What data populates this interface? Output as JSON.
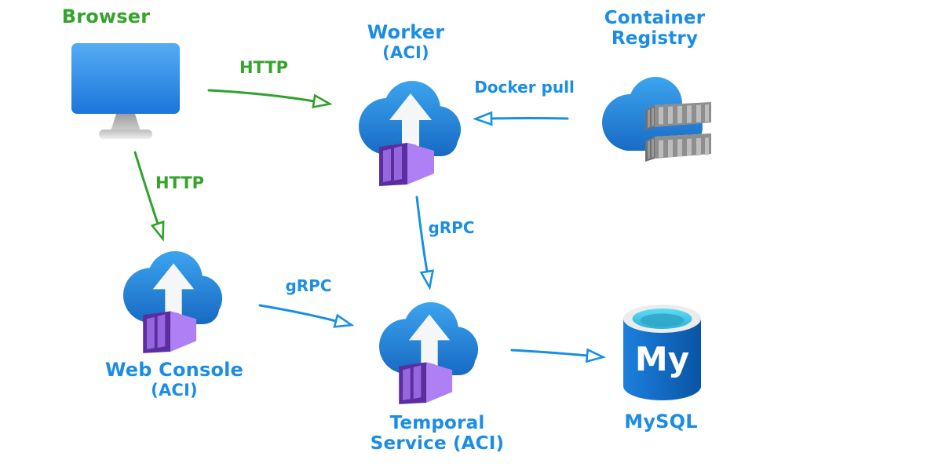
{
  "diagram": {
    "colors": {
      "label_green": "#35A42D",
      "label_blue": "#1B8DE6",
      "arrow_green": "#2EA22B",
      "arrow_blue": "#1790E4",
      "cloud_blue_top": "#3FA9F2",
      "cloud_blue_bottom": "#1566C0",
      "container_purple_front": "#5B2EA0",
      "container_purple_side": "#AE80F4",
      "mysql_cylinder_blue": "#0F63B4",
      "mysql_top_cyan": "#4ED4F2"
    },
    "nodes": {
      "browser": {
        "label": "Browser"
      },
      "worker": {
        "label": "Worker",
        "sublabel": "(ACI)"
      },
      "container_registry": {
        "label_line1": "Container",
        "label_line2": "Registry"
      },
      "web_console": {
        "label": "Web Console",
        "sublabel": "(ACI)"
      },
      "temporal": {
        "label": "Temporal",
        "sublabel": "Service (ACI)"
      },
      "mysql": {
        "label": "MySQL",
        "logo_text": "My"
      }
    },
    "edges": {
      "browser_to_worker": {
        "label": "HTTP"
      },
      "browser_to_web_console": {
        "label": "HTTP"
      },
      "registry_to_worker": {
        "label": "Docker pull"
      },
      "worker_to_temporal": {
        "label": "gRPC"
      },
      "web_console_to_temporal": {
        "label": "gRPC"
      },
      "temporal_to_mysql": {
        "label": ""
      }
    }
  }
}
